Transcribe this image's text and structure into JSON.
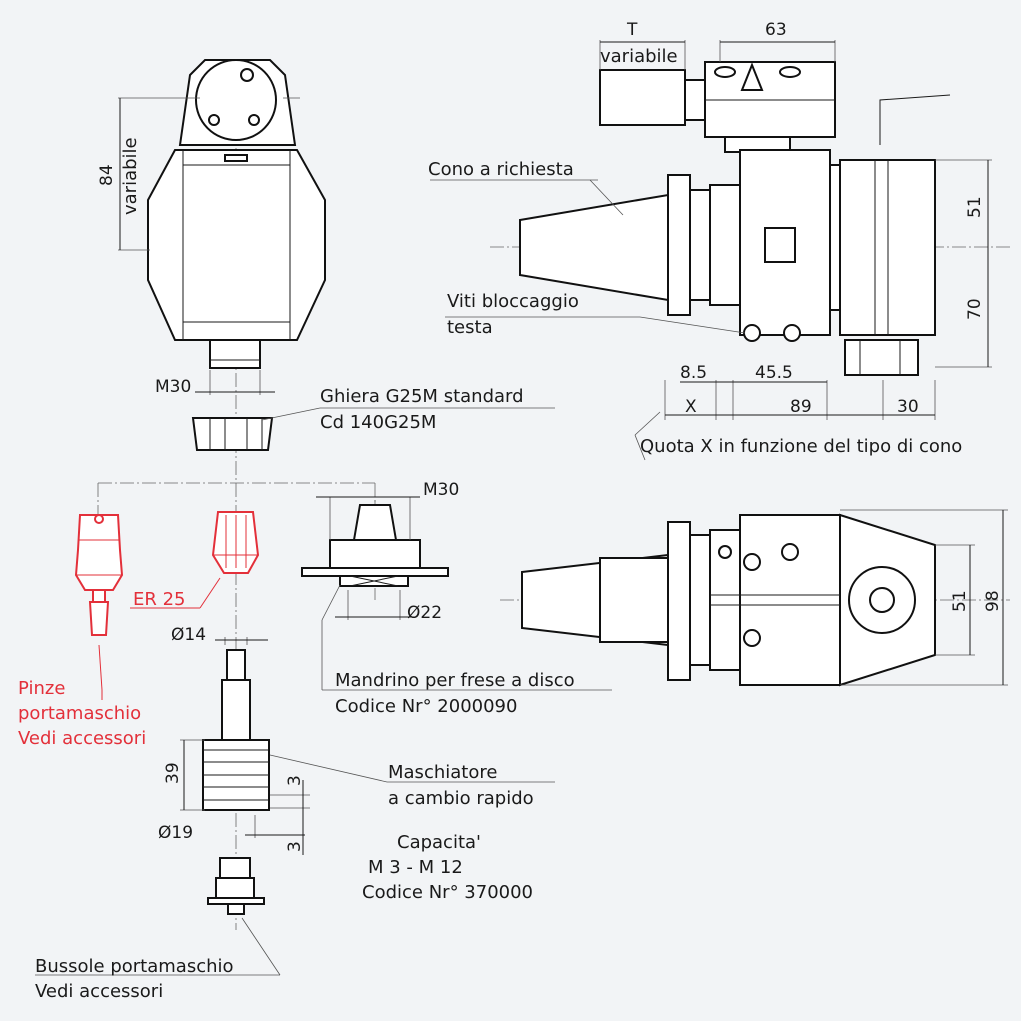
{
  "labels": {
    "T": "T",
    "variabile_top": "variabile",
    "d63": "63",
    "cono": "Cono a richiesta",
    "d51_top": "51",
    "d70": "70",
    "viti1": "Viti bloccaggio",
    "viti2": "testa",
    "d84": "84",
    "variabile_left": "variabile",
    "m30_left": "M30",
    "d8_5": "8.5",
    "d45_5": "45.5",
    "ghiera1": "Ghiera G25M standard",
    "ghiera2": "Cd 140G25M",
    "X": "X",
    "d89": "89",
    "d30": "30",
    "quota": "Quota X in funzione del tipo di cono",
    "m30_right": "M30",
    "er25": "ER 25",
    "d22": "Ø22",
    "d14": "Ø14",
    "mandrino1": "Mandrino per frese a disco",
    "mandrino2": "Codice Nr° 2000090",
    "pinze1": "Pinze",
    "pinze2": "portamaschio",
    "pinze3": "Vedi accessori",
    "d51_bottom": "51",
    "d98": "98",
    "d39": "39",
    "d3a": "3",
    "masch1": "Maschiatore",
    "masch2": "a cambio rapido",
    "d19": "Ø19",
    "d3b": "3",
    "cap1": "Capacita'",
    "cap2": "M 3 - M 12",
    "cap3": "Codice Nr° 370000",
    "bussole1": "Bussole portamaschio",
    "bussole2": "Vedi accessori"
  },
  "colors": {
    "background": "#f2f4f6",
    "line": "#111111",
    "accent_red": "#e3303a"
  }
}
